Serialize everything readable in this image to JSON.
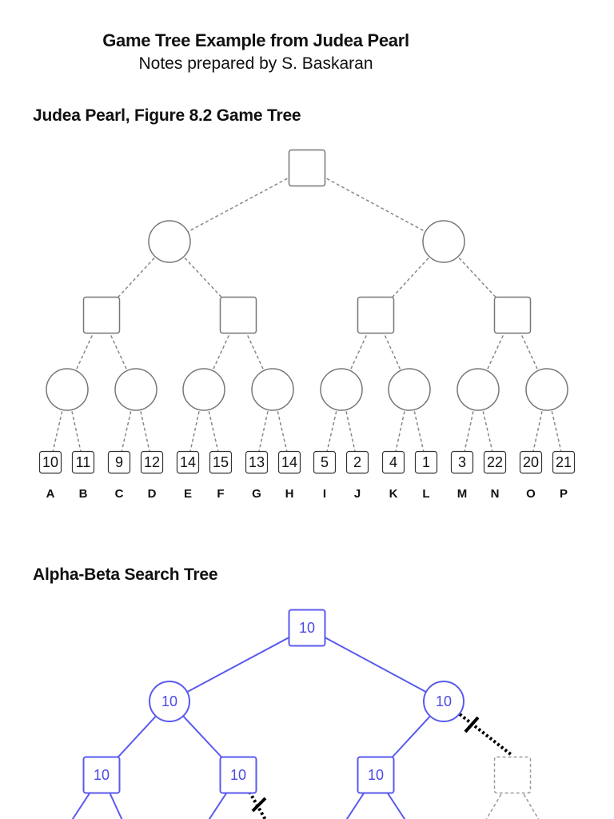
{
  "document": {
    "title": "Game Tree Example from Judea Pearl",
    "subtitle": "Notes prepared by S. Baskaran"
  },
  "sections": {
    "game_tree_title": "Judea Pearl, Figure 8.2 Game Tree",
    "alpha_beta_title": "Alpha-Beta Search Tree"
  },
  "game_tree": {
    "leaf_values": [
      "10",
      "11",
      "9",
      "12",
      "14",
      "15",
      "13",
      "14",
      "5",
      "2",
      "4",
      "1",
      "3",
      "22",
      "20",
      "21"
    ],
    "leaf_labels": [
      "A",
      "B",
      "C",
      "D",
      "E",
      "F",
      "G",
      "H",
      "I",
      "J",
      "K",
      "L",
      "M",
      "N",
      "O",
      "P"
    ]
  },
  "alpha_beta_tree": {
    "root_value": "10",
    "level1_values": [
      "10",
      "10"
    ],
    "level2_values": [
      "10",
      "10",
      "10",
      ""
    ],
    "pruned_branches": [
      "right MIN node to its second child",
      "second MAX node on the left to its second child"
    ],
    "colors": {
      "active": "#5a5aee",
      "pruned": "#999999",
      "cut_mark": "#000000"
    }
  }
}
